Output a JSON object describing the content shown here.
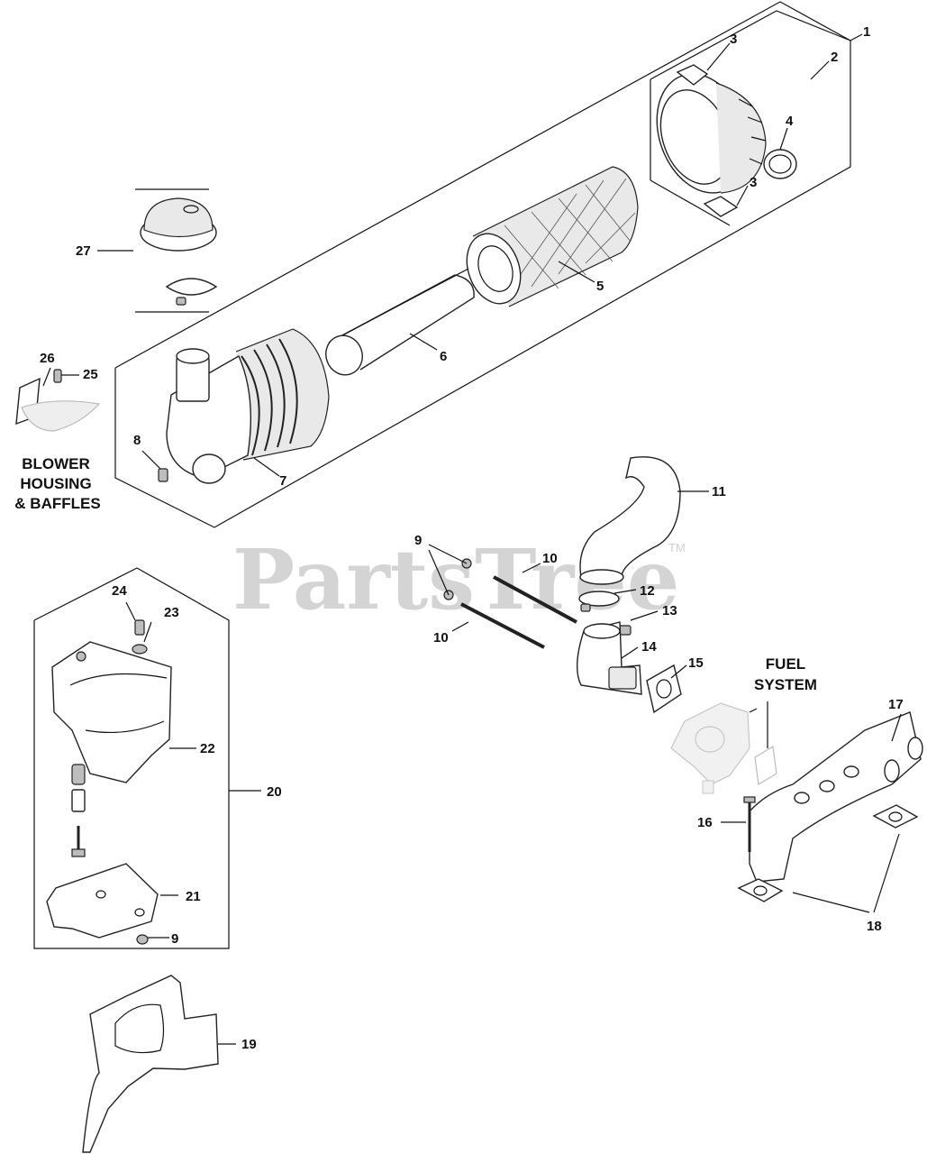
{
  "watermark": {
    "brand": "PartsTree",
    "trademark": "TM"
  },
  "section_labels": {
    "blower": [
      "BLOWER",
      "HOUSING",
      "& BAFFLES"
    ],
    "fuel": [
      "FUEL",
      "SYSTEM"
    ]
  },
  "callouts": {
    "c1": "1",
    "c2": "2",
    "c3a": "3",
    "c3b": "3",
    "c4": "4",
    "c5": "5",
    "c6": "6",
    "c7": "7",
    "c8": "8",
    "c9a": "9",
    "c9b": "9",
    "c10a": "10",
    "c10b": "10",
    "c11": "11",
    "c12": "12",
    "c13": "13",
    "c14": "14",
    "c15": "15",
    "c16": "16",
    "c17": "17",
    "c18": "18",
    "c19": "19",
    "c20": "20",
    "c21": "21",
    "c22": "22",
    "c23": "23",
    "c24": "24",
    "c25": "25",
    "c26": "26",
    "c27": "27"
  }
}
